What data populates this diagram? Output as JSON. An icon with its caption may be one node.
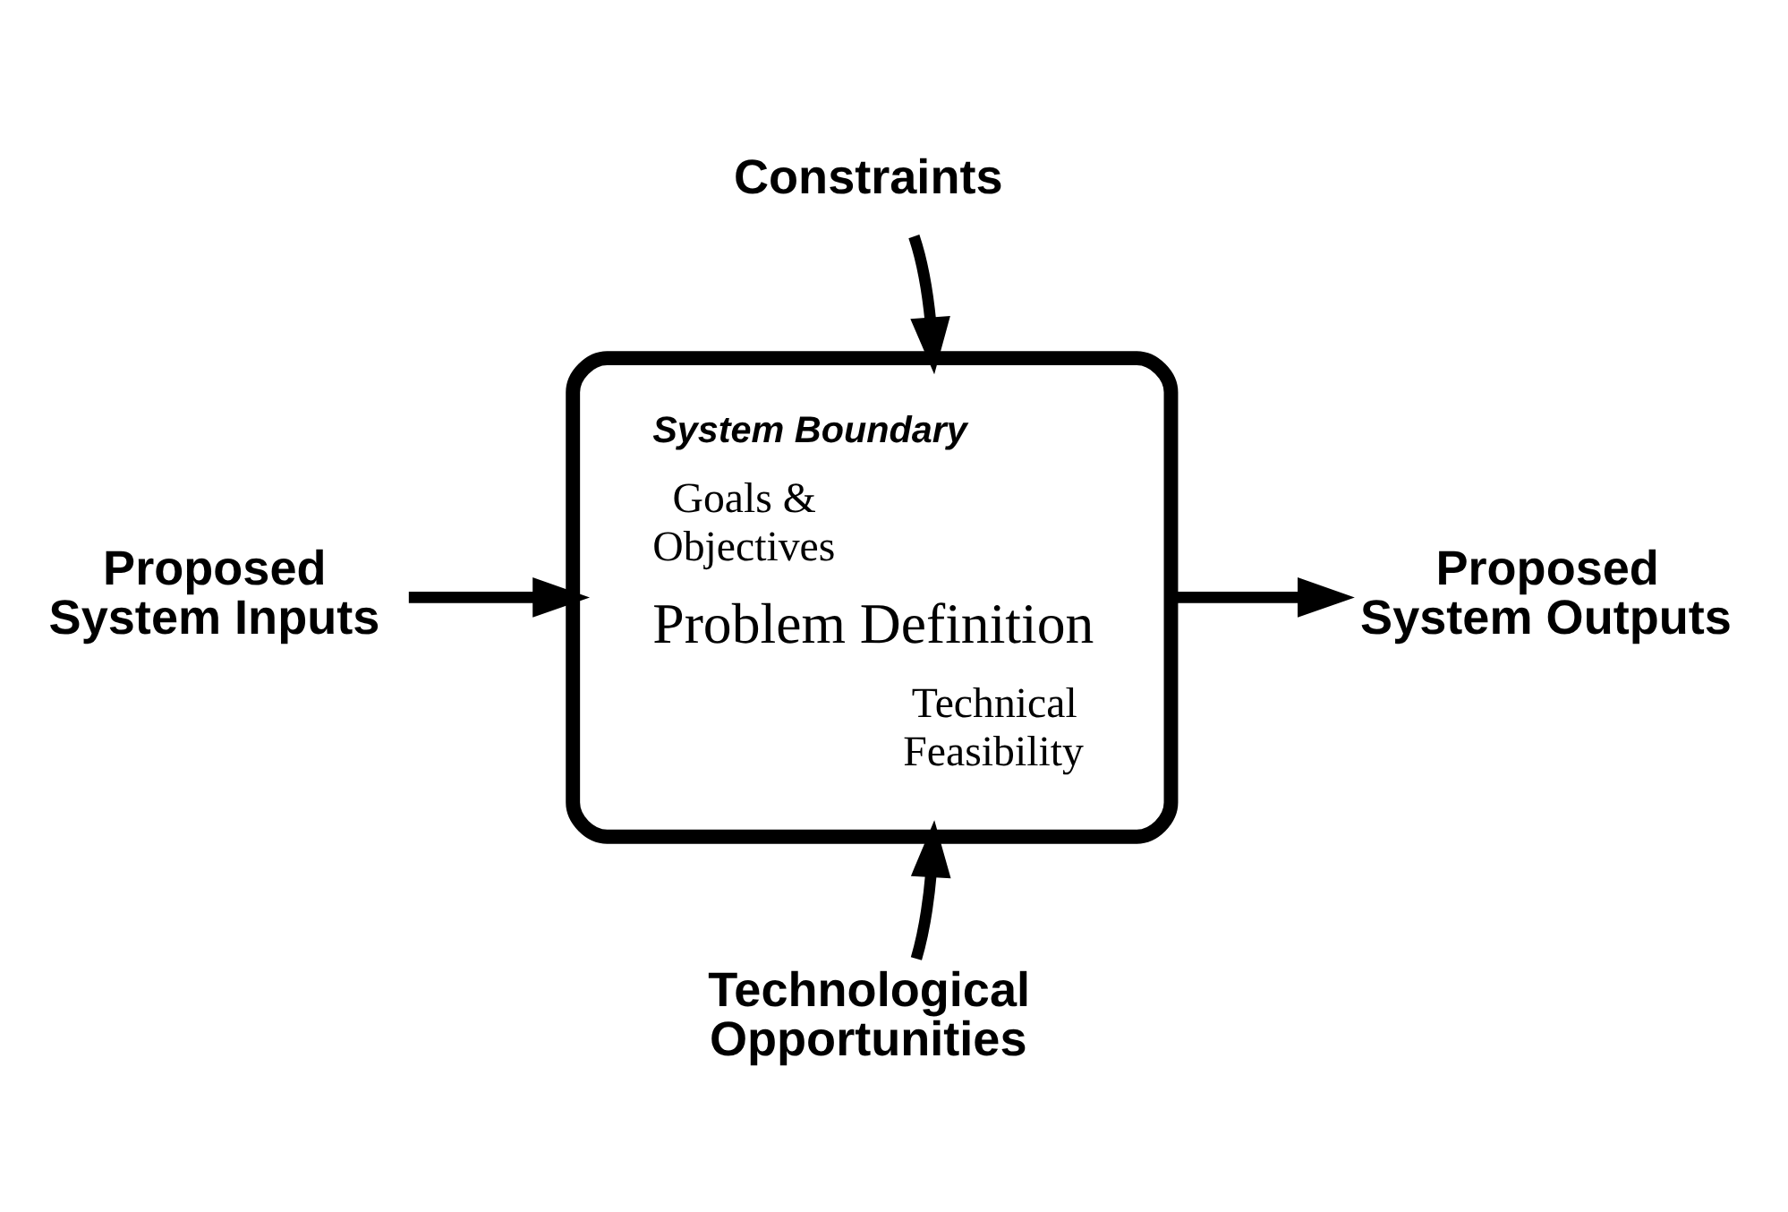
{
  "diagram": {
    "nodes": [
      {
        "text": [
          "System Boundary",
          "Goals & Objectives",
          "Problem Definition",
          "Technical Feasibility"
        ]
      },
      {
        "text": [
          "Constraints"
        ]
      },
      {
        "text": [
          "Proposed System Inputs"
        ]
      },
      {
        "text": [
          "Proposed System Outputs"
        ]
      },
      {
        "text": [
          "Technological Opportunities"
        ]
      }
    ],
    "edges": [
      {
        "from": 1,
        "to": 0,
        "arrow": "to"
      },
      {
        "from": 2,
        "to": 0,
        "arrow": "to"
      },
      {
        "from": 0,
        "to": 3,
        "arrow": "to"
      },
      {
        "from": 4,
        "to": 0,
        "arrow": "to"
      }
    ]
  }
}
